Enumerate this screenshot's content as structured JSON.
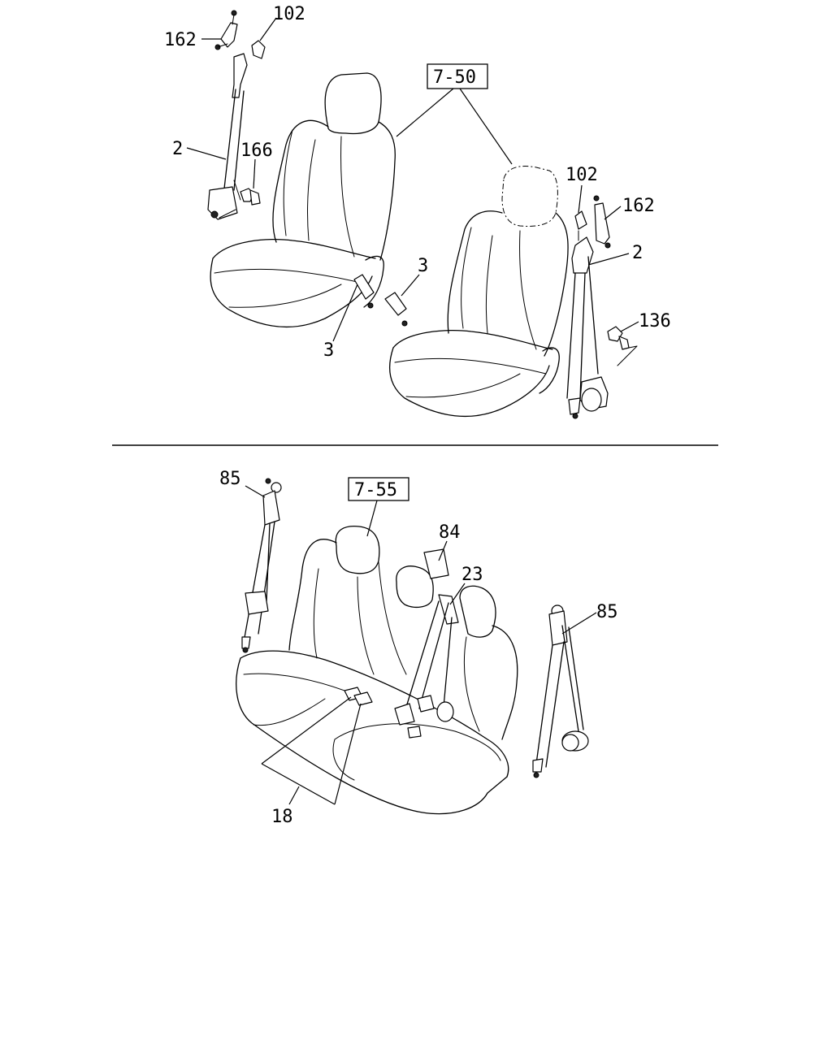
{
  "callouts": {
    "top": {
      "ref_box": "7-50",
      "p162_left": "162",
      "p102_left": "102",
      "p2_left": "2",
      "p166": "166",
      "p3_upper": "3",
      "p3_lower": "3",
      "p102_right": "102",
      "p162_right": "162",
      "p2_right": "2",
      "p136": "136"
    },
    "bottom": {
      "ref_box": "7-55",
      "p85_left": "85",
      "p84": "84",
      "p23": "23",
      "p85_right": "85",
      "p18": "18"
    }
  }
}
